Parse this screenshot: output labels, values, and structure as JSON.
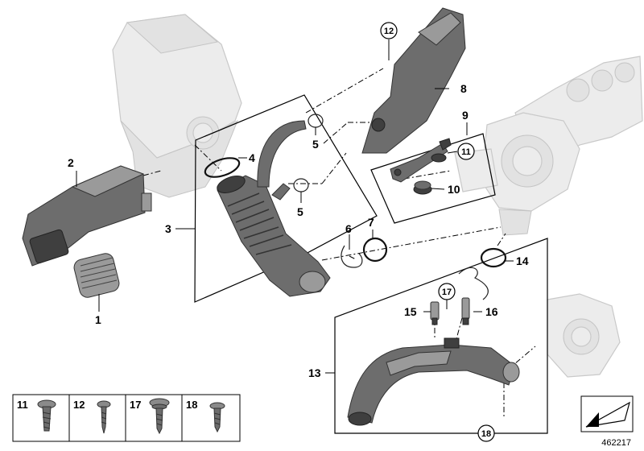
{
  "callouts": {
    "n1": "1",
    "n2": "2",
    "n3": "3",
    "n4": "4",
    "n5a": "5",
    "n5b": "5",
    "n6": "6",
    "n7": "7",
    "n8": "8",
    "n9": "9",
    "n10": "10",
    "n11": "11",
    "n12": "12",
    "n13": "13",
    "n14": "14",
    "n15": "15",
    "n16": "16",
    "n17": "17",
    "n18": "18"
  },
  "fasteners_legend": [
    {
      "label": "11"
    },
    {
      "label": "12"
    },
    {
      "label": "17"
    },
    {
      "label": "18"
    }
  ],
  "reference_number": "462217"
}
